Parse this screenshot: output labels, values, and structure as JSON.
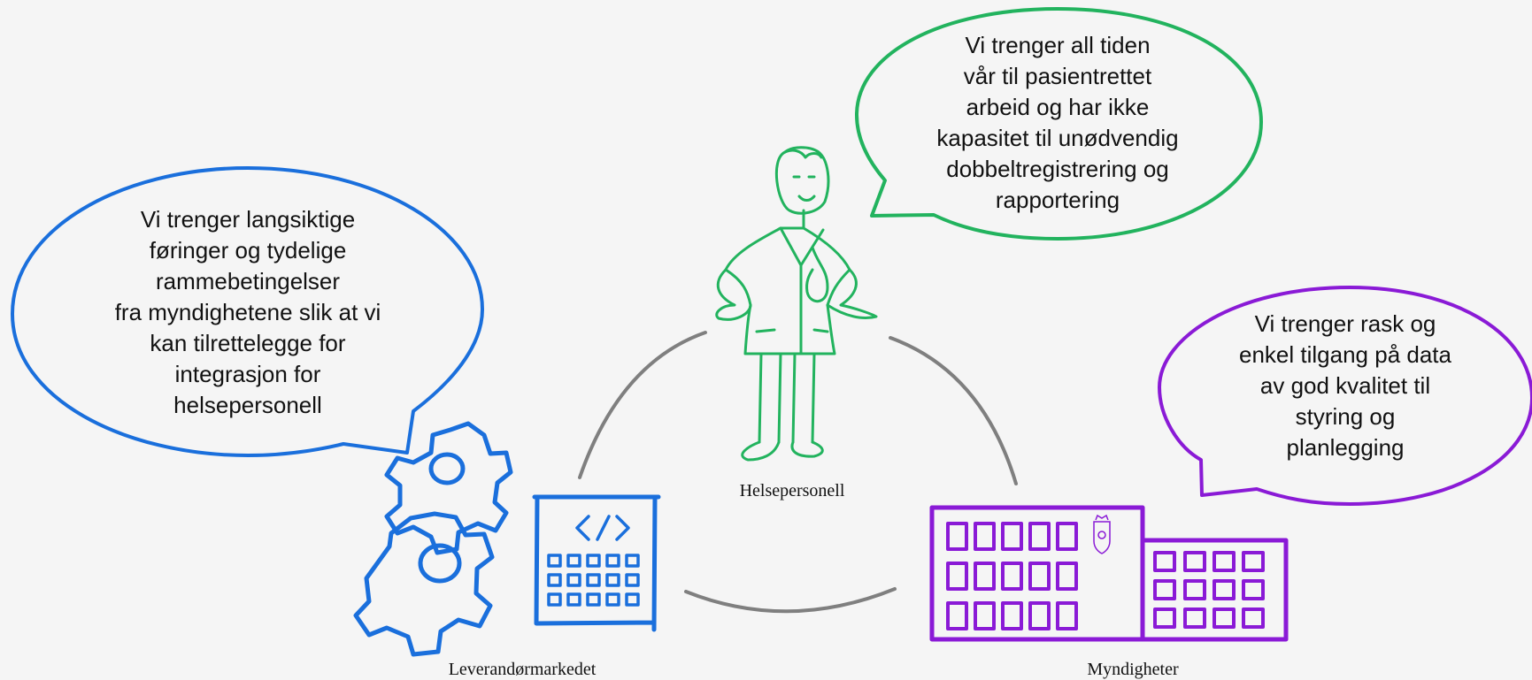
{
  "bubbles": {
    "leverandor": "Vi trenger langsiktige\nføringer og tydelige\nrammebetingelser\nfra myndighetene slik at vi\nkan tilrettelegge for\nintegrasjon for\nhelsepersonell",
    "helse": "Vi trenger all tiden\nvår til pasientrettet\narbeid og har ikke\nkapasitet til unødvendig\ndobbeltregistrering og\nrapportering",
    "myndigheter": "Vi trenger rask og\nenkel tilgang på data\nav god kvalitet til\nstyring og\nplanlegging"
  },
  "labels": {
    "helse": "Helsepersonell",
    "leverandor": "Leverandørmarkedet",
    "myndigheter": "Myndigheter"
  },
  "icons": {
    "leverandor": [
      "gear-icon",
      "code-calendar-icon"
    ],
    "helse": "doctor-figure-icon",
    "myndigheter": [
      "building-icon",
      "coat-of-arms-icon"
    ]
  },
  "colors": {
    "leverandor": "#1a6fdc",
    "helse": "#22b35e",
    "myndigheter": "#8a1ad6",
    "connector": "#7f7f7f",
    "background": "#f5f5f5"
  }
}
